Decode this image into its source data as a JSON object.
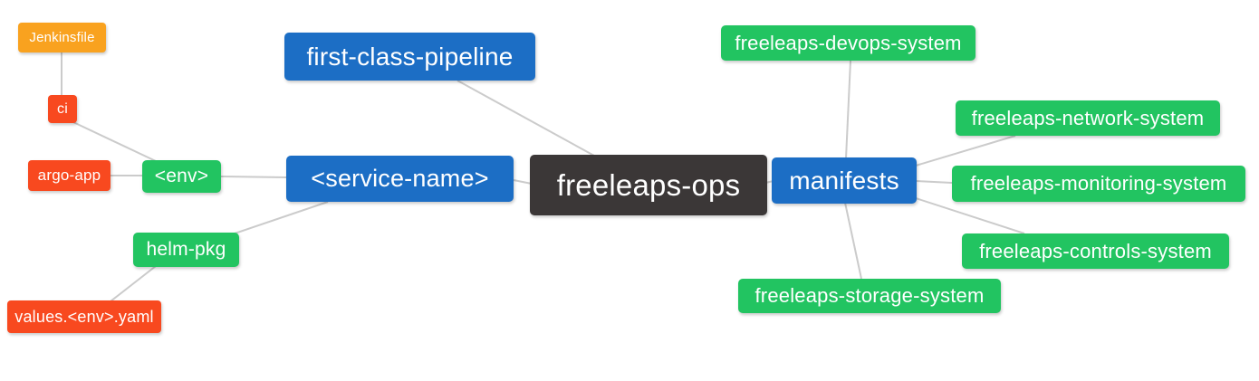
{
  "diagram": {
    "type": "mindmap",
    "root": "freeleaps-ops"
  },
  "colors": {
    "root": "#3B3737",
    "blue": "#1C6EC5",
    "green": "#22C461",
    "red": "#F8491F",
    "orange": "#F9A21F",
    "edge": "#CBCBCB",
    "text": "#FFFFFF",
    "background": "#FFFFFF"
  },
  "nodes": {
    "ops": {
      "label": "freeleaps-ops"
    },
    "fcp": {
      "label": "first-class-pipeline"
    },
    "service": {
      "label": "<service-name>"
    },
    "env": {
      "label": "<env>"
    },
    "ci": {
      "label": "ci"
    },
    "jenkinsfile": {
      "label": "Jenkinsfile"
    },
    "argo": {
      "label": "argo-app"
    },
    "helm": {
      "label": "helm-pkg"
    },
    "values": {
      "label": "values.<env>.yaml"
    },
    "manifests": {
      "label": "manifests"
    },
    "devops": {
      "label": "freeleaps-devops-system"
    },
    "network": {
      "label": "freeleaps-network-system"
    },
    "monitoring": {
      "label": "freeleaps-monitoring-system"
    },
    "controls": {
      "label": "freeleaps-controls-system"
    },
    "storage": {
      "label": "freeleaps-storage-system"
    }
  },
  "edges": [
    [
      "jenkinsfile",
      "ci"
    ],
    [
      "ci",
      "env"
    ],
    [
      "argo",
      "env"
    ],
    [
      "env",
      "service"
    ],
    [
      "helm",
      "service"
    ],
    [
      "values",
      "helm"
    ],
    [
      "service",
      "ops"
    ],
    [
      "fcp",
      "ops"
    ],
    [
      "ops",
      "manifests"
    ],
    [
      "manifests",
      "devops"
    ],
    [
      "manifests",
      "network"
    ],
    [
      "manifests",
      "monitoring"
    ],
    [
      "manifests",
      "controls"
    ],
    [
      "manifests",
      "storage"
    ]
  ]
}
